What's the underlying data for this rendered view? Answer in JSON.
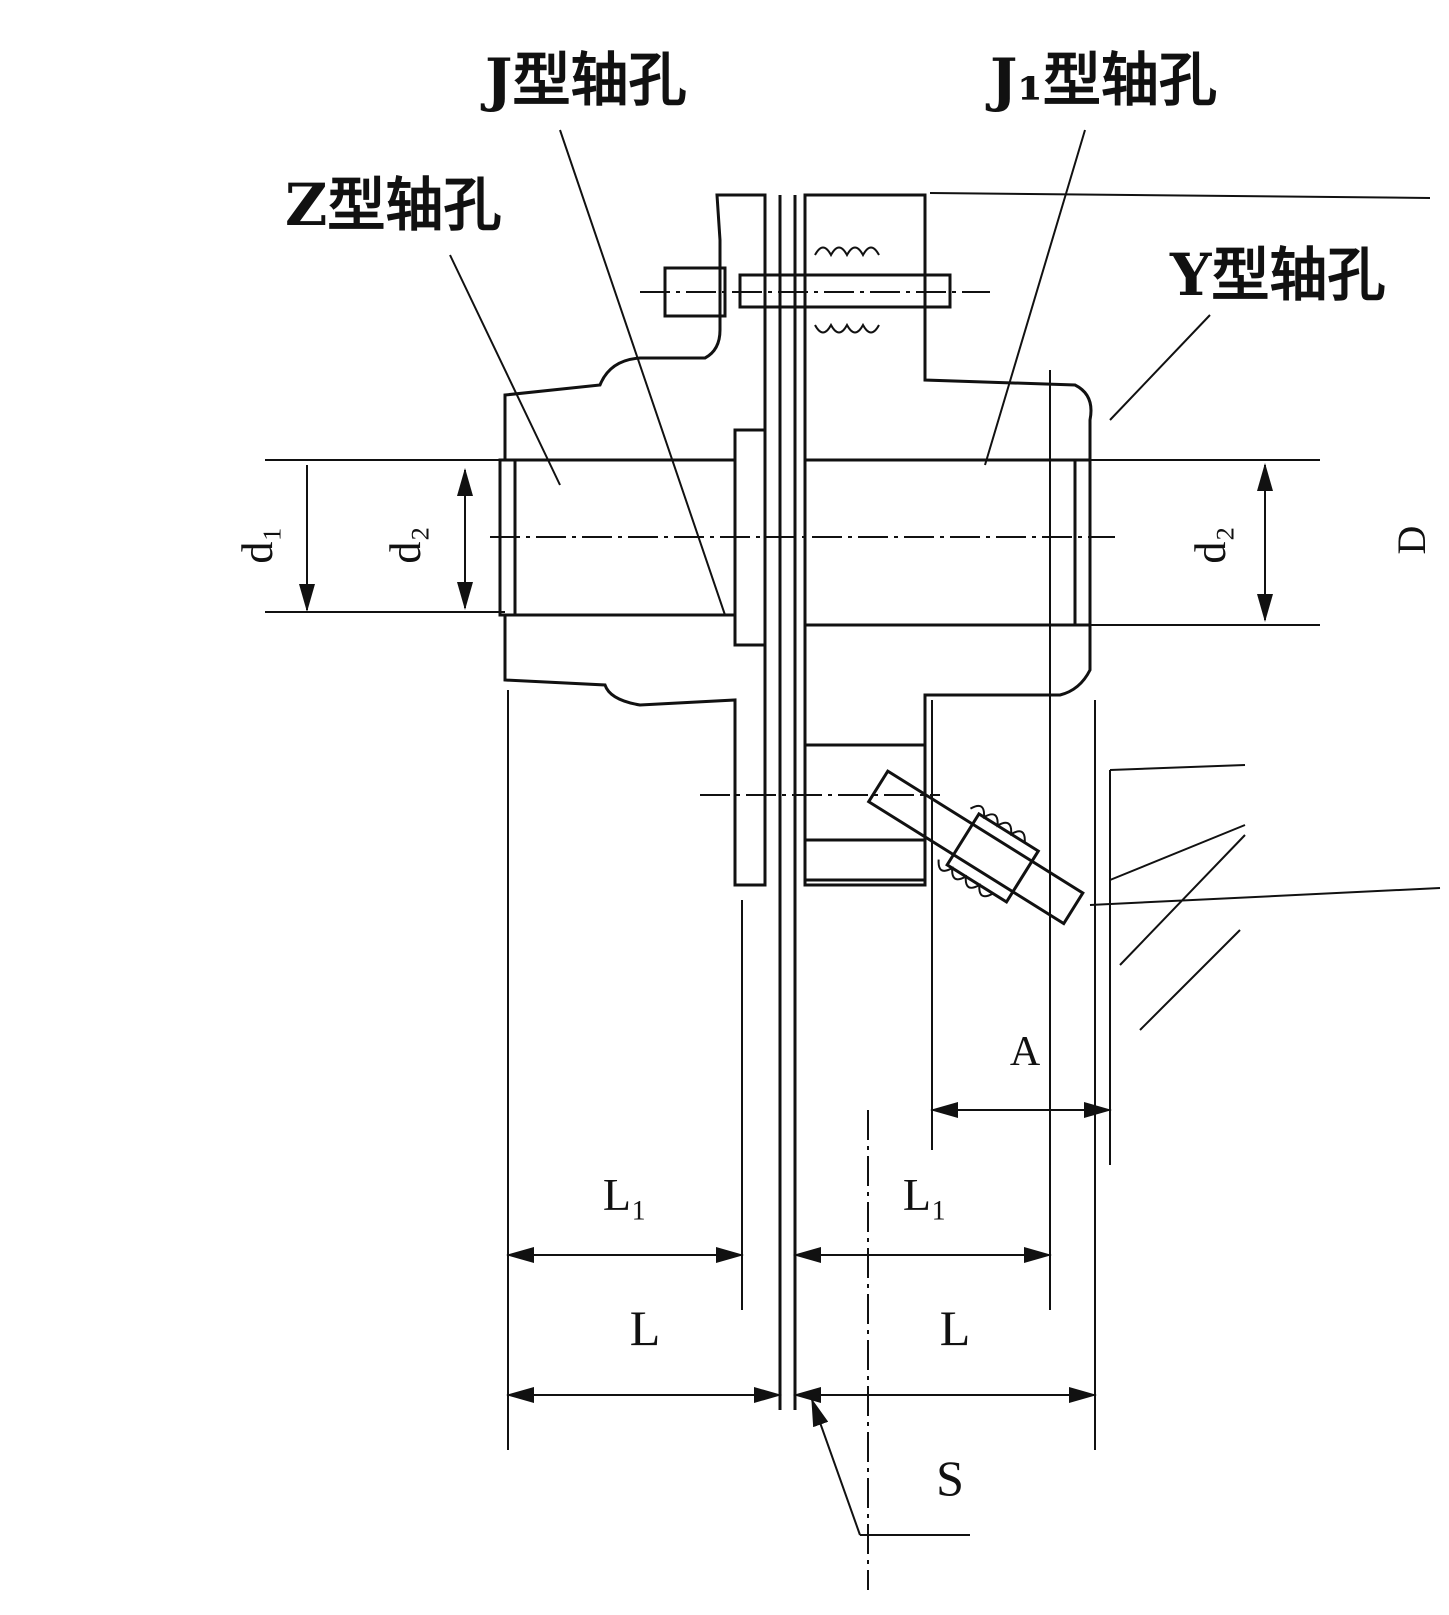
{
  "labels": {
    "j_bore": "J型轴孔",
    "j1_bore": "J₁型轴孔",
    "z_bore": "Z型轴孔",
    "y_bore": "Y型轴孔"
  },
  "dimensions": {
    "d1": "d₁",
    "d2_left": "d₂",
    "d2_right": "d₂",
    "D": "D",
    "A": "A",
    "L1_left": "L₁",
    "L1_right": "L₁",
    "L_left": "L",
    "L_right": "L",
    "S": "S"
  },
  "colors": {
    "line": "#111111",
    "background": "#ffffff"
  }
}
